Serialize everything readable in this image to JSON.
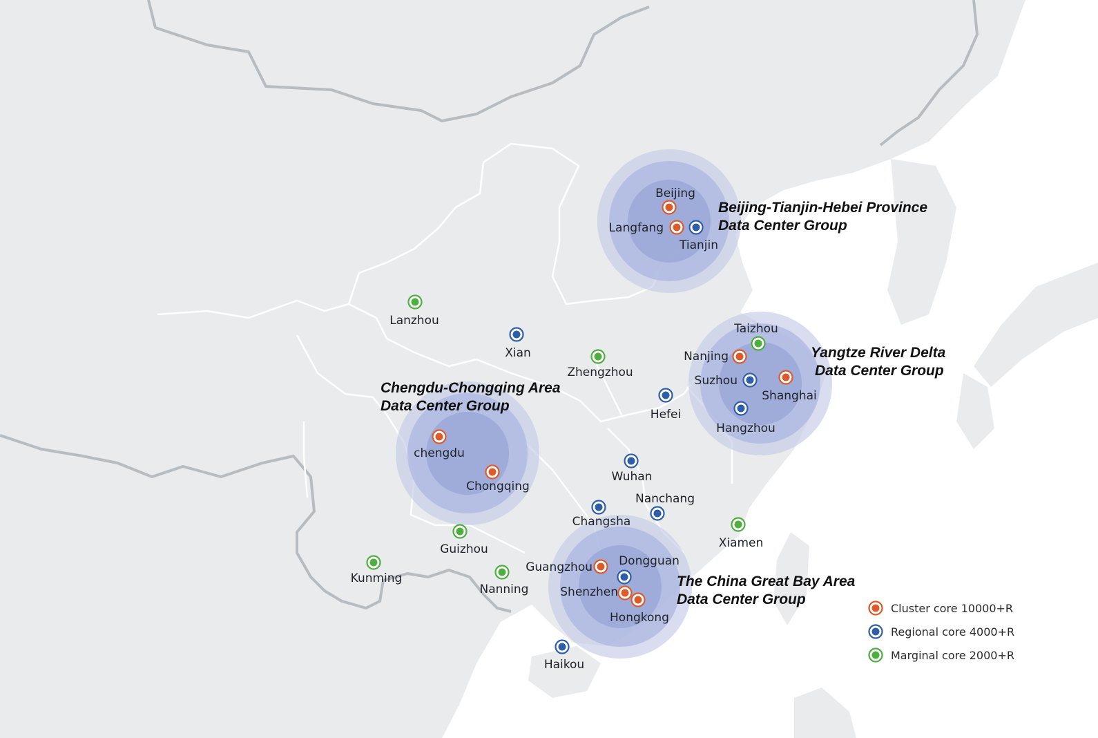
{
  "colors": {
    "cluster": "#dd5a2b",
    "regional": "#2f5ea8",
    "marginal": "#4fae3f",
    "land": "#e9ebed",
    "border": "#b7bcc1",
    "province": "#ffffff",
    "halo_outer": "#c5cbe6",
    "halo_mid": "#aab5e0",
    "halo_inner": "#8c9ad2"
  },
  "legend": [
    {
      "tier": "cluster",
      "label": "Cluster core 10000+R"
    },
    {
      "tier": "regional",
      "label": "Regional core 4000+R"
    },
    {
      "tier": "marginal",
      "label": "Marginal core 2000+R"
    }
  ],
  "groups": [
    {
      "id": "jjj",
      "line1": "Beijing-Tianjin-Hebei Province",
      "line2": "Data Center Group"
    },
    {
      "id": "yrd",
      "line1": "Yangtze River Delta",
      "line2": "Data Center Group"
    },
    {
      "id": "cc",
      "line1": "Chengdu-Chongqing Area",
      "line2": "Data Center Group"
    },
    {
      "id": "gba",
      "line1": "The China Great Bay Area",
      "line2": "Data Center Group"
    }
  ],
  "cities": [
    {
      "name": "Beijing",
      "tier": "cluster"
    },
    {
      "name": "Langfang",
      "tier": "cluster"
    },
    {
      "name": "Tianjin",
      "tier": "regional"
    },
    {
      "name": "Lanzhou",
      "tier": "marginal"
    },
    {
      "name": "Xian",
      "tier": "regional"
    },
    {
      "name": "Zhengzhou",
      "tier": "marginal"
    },
    {
      "name": "Taizhou",
      "tier": "marginal"
    },
    {
      "name": "Nanjing",
      "tier": "cluster"
    },
    {
      "name": "Suzhou",
      "tier": "regional"
    },
    {
      "name": "Shanghai",
      "tier": "cluster"
    },
    {
      "name": "Hangzhou",
      "tier": "regional"
    },
    {
      "name": "Hefei",
      "tier": "regional"
    },
    {
      "name": "chengdu",
      "tier": "cluster"
    },
    {
      "name": "Chongqing",
      "tier": "cluster"
    },
    {
      "name": "Wuhan",
      "tier": "regional"
    },
    {
      "name": "Nanchang",
      "tier": "regional"
    },
    {
      "name": "Changsha",
      "tier": "regional"
    },
    {
      "name": "Xiamen",
      "tier": "marginal"
    },
    {
      "name": "Guizhou",
      "tier": "marginal"
    },
    {
      "name": "Kunming",
      "tier": "marginal"
    },
    {
      "name": "Nanning",
      "tier": "marginal"
    },
    {
      "name": "Guangzhou",
      "tier": "cluster"
    },
    {
      "name": "Dongguan",
      "tier": "regional"
    },
    {
      "name": "Shenzhen",
      "tier": "cluster"
    },
    {
      "name": "Hongkong",
      "tier": "cluster"
    },
    {
      "name": "Haikou",
      "tier": "regional"
    }
  ]
}
